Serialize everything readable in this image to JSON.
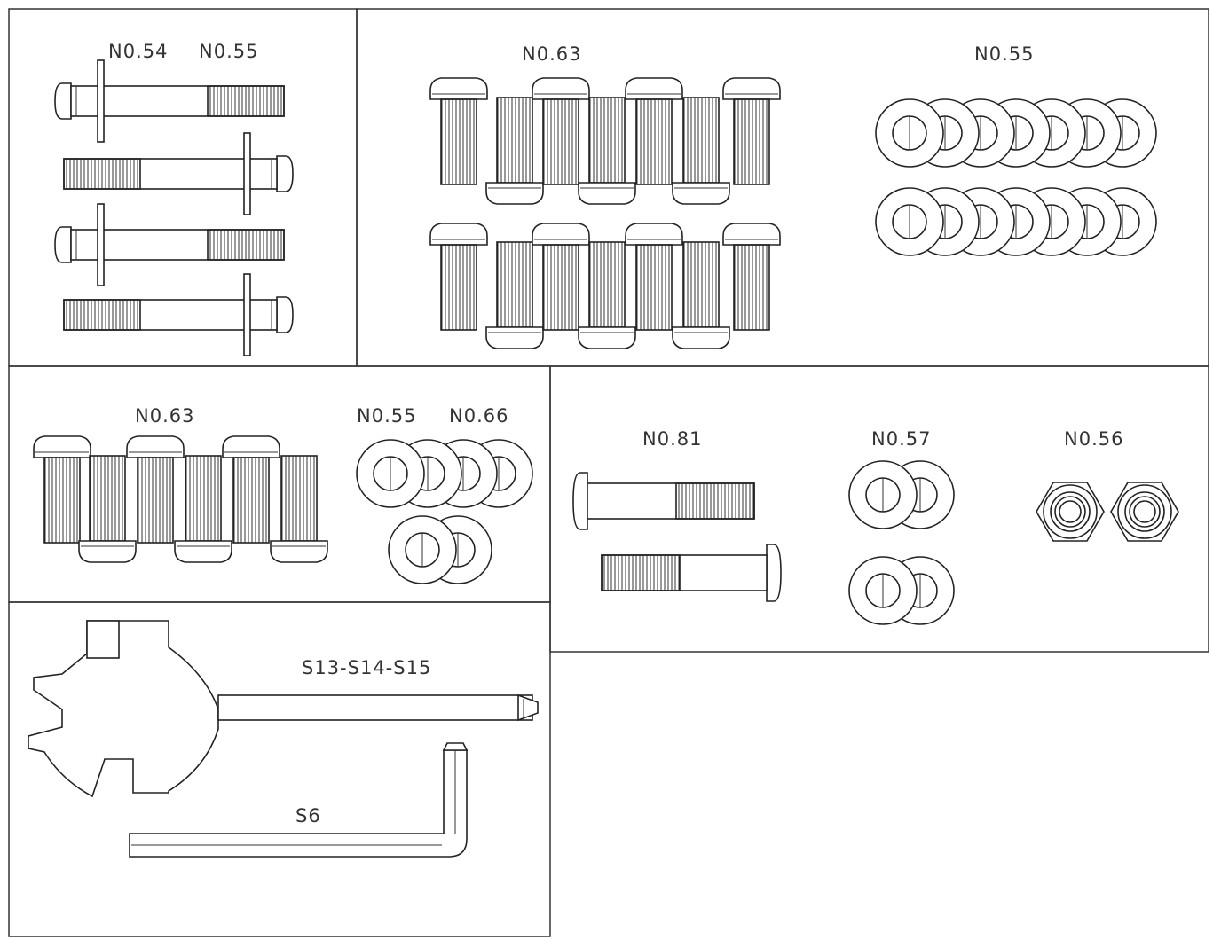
{
  "panels": {
    "top_left": {
      "label_a": "N0.54",
      "label_b": "N0.55"
    },
    "top_right": {
      "label_bolts": "N0.63",
      "label_washers": "N0.55"
    },
    "mid_left": {
      "label_bolts": "N0.63",
      "label_washers_a": "N0.55",
      "label_washers_b": "N0.66"
    },
    "mid_right": {
      "label_bolts": "N0.81",
      "label_washers": "N0.57",
      "label_nuts": "N0.56"
    },
    "bottom_left": {
      "label_multitool": "S13-S14-S15",
      "label_hexkey": "S6"
    }
  },
  "icons": {
    "long_bolt_washer": "long-bolt-with-washer-icon",
    "button_screw": "button-head-screw-icon",
    "washer": "flat-washer-icon",
    "hex_nut": "hex-nut-icon",
    "short_bolt": "short-bolt-icon",
    "multitool": "spoke-multitool-icon",
    "hex_key": "hex-key-icon"
  },
  "colors": {
    "line": "#222222",
    "background": "#ffffff"
  }
}
